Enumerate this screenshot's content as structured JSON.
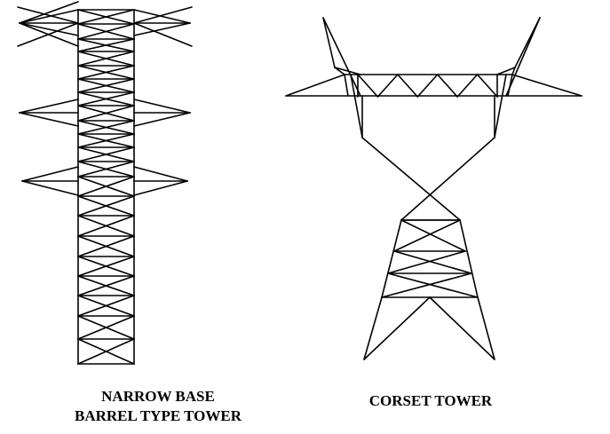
{
  "towers": [
    {
      "id": "barrel",
      "caption_lines": [
        "NARROW BASE",
        "BARREL TYPE TOWER"
      ]
    },
    {
      "id": "corset",
      "caption_lines": [
        "CORSET TOWER"
      ]
    }
  ]
}
